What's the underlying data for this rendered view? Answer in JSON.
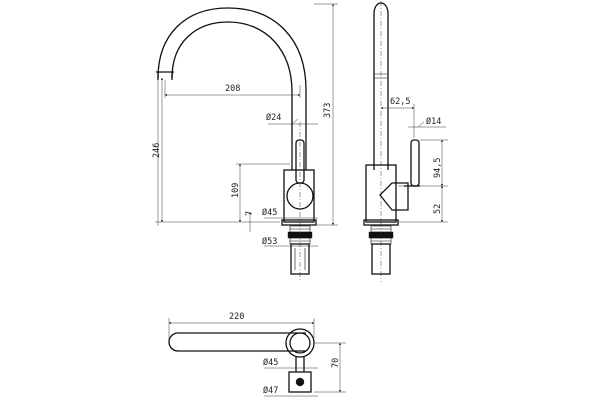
{
  "front_view": {
    "dims": {
      "spout_reach": "208",
      "handle_dia": "Ø24",
      "total_height": "373",
      "height_to_spout": "246",
      "body_height": "109",
      "gap": "7",
      "base_dia": "Ø45",
      "shank_dia": "Ø53"
    }
  },
  "side_view": {
    "dims": {
      "offset": "62,5",
      "lever_dia": "Ø14",
      "lever_height": "94,5",
      "base_height": "52"
    }
  },
  "top_view": {
    "dims": {
      "spout_length": "220",
      "inner_dia": "Ø45",
      "outer_dia": "Ø47",
      "depth": "70"
    }
  }
}
